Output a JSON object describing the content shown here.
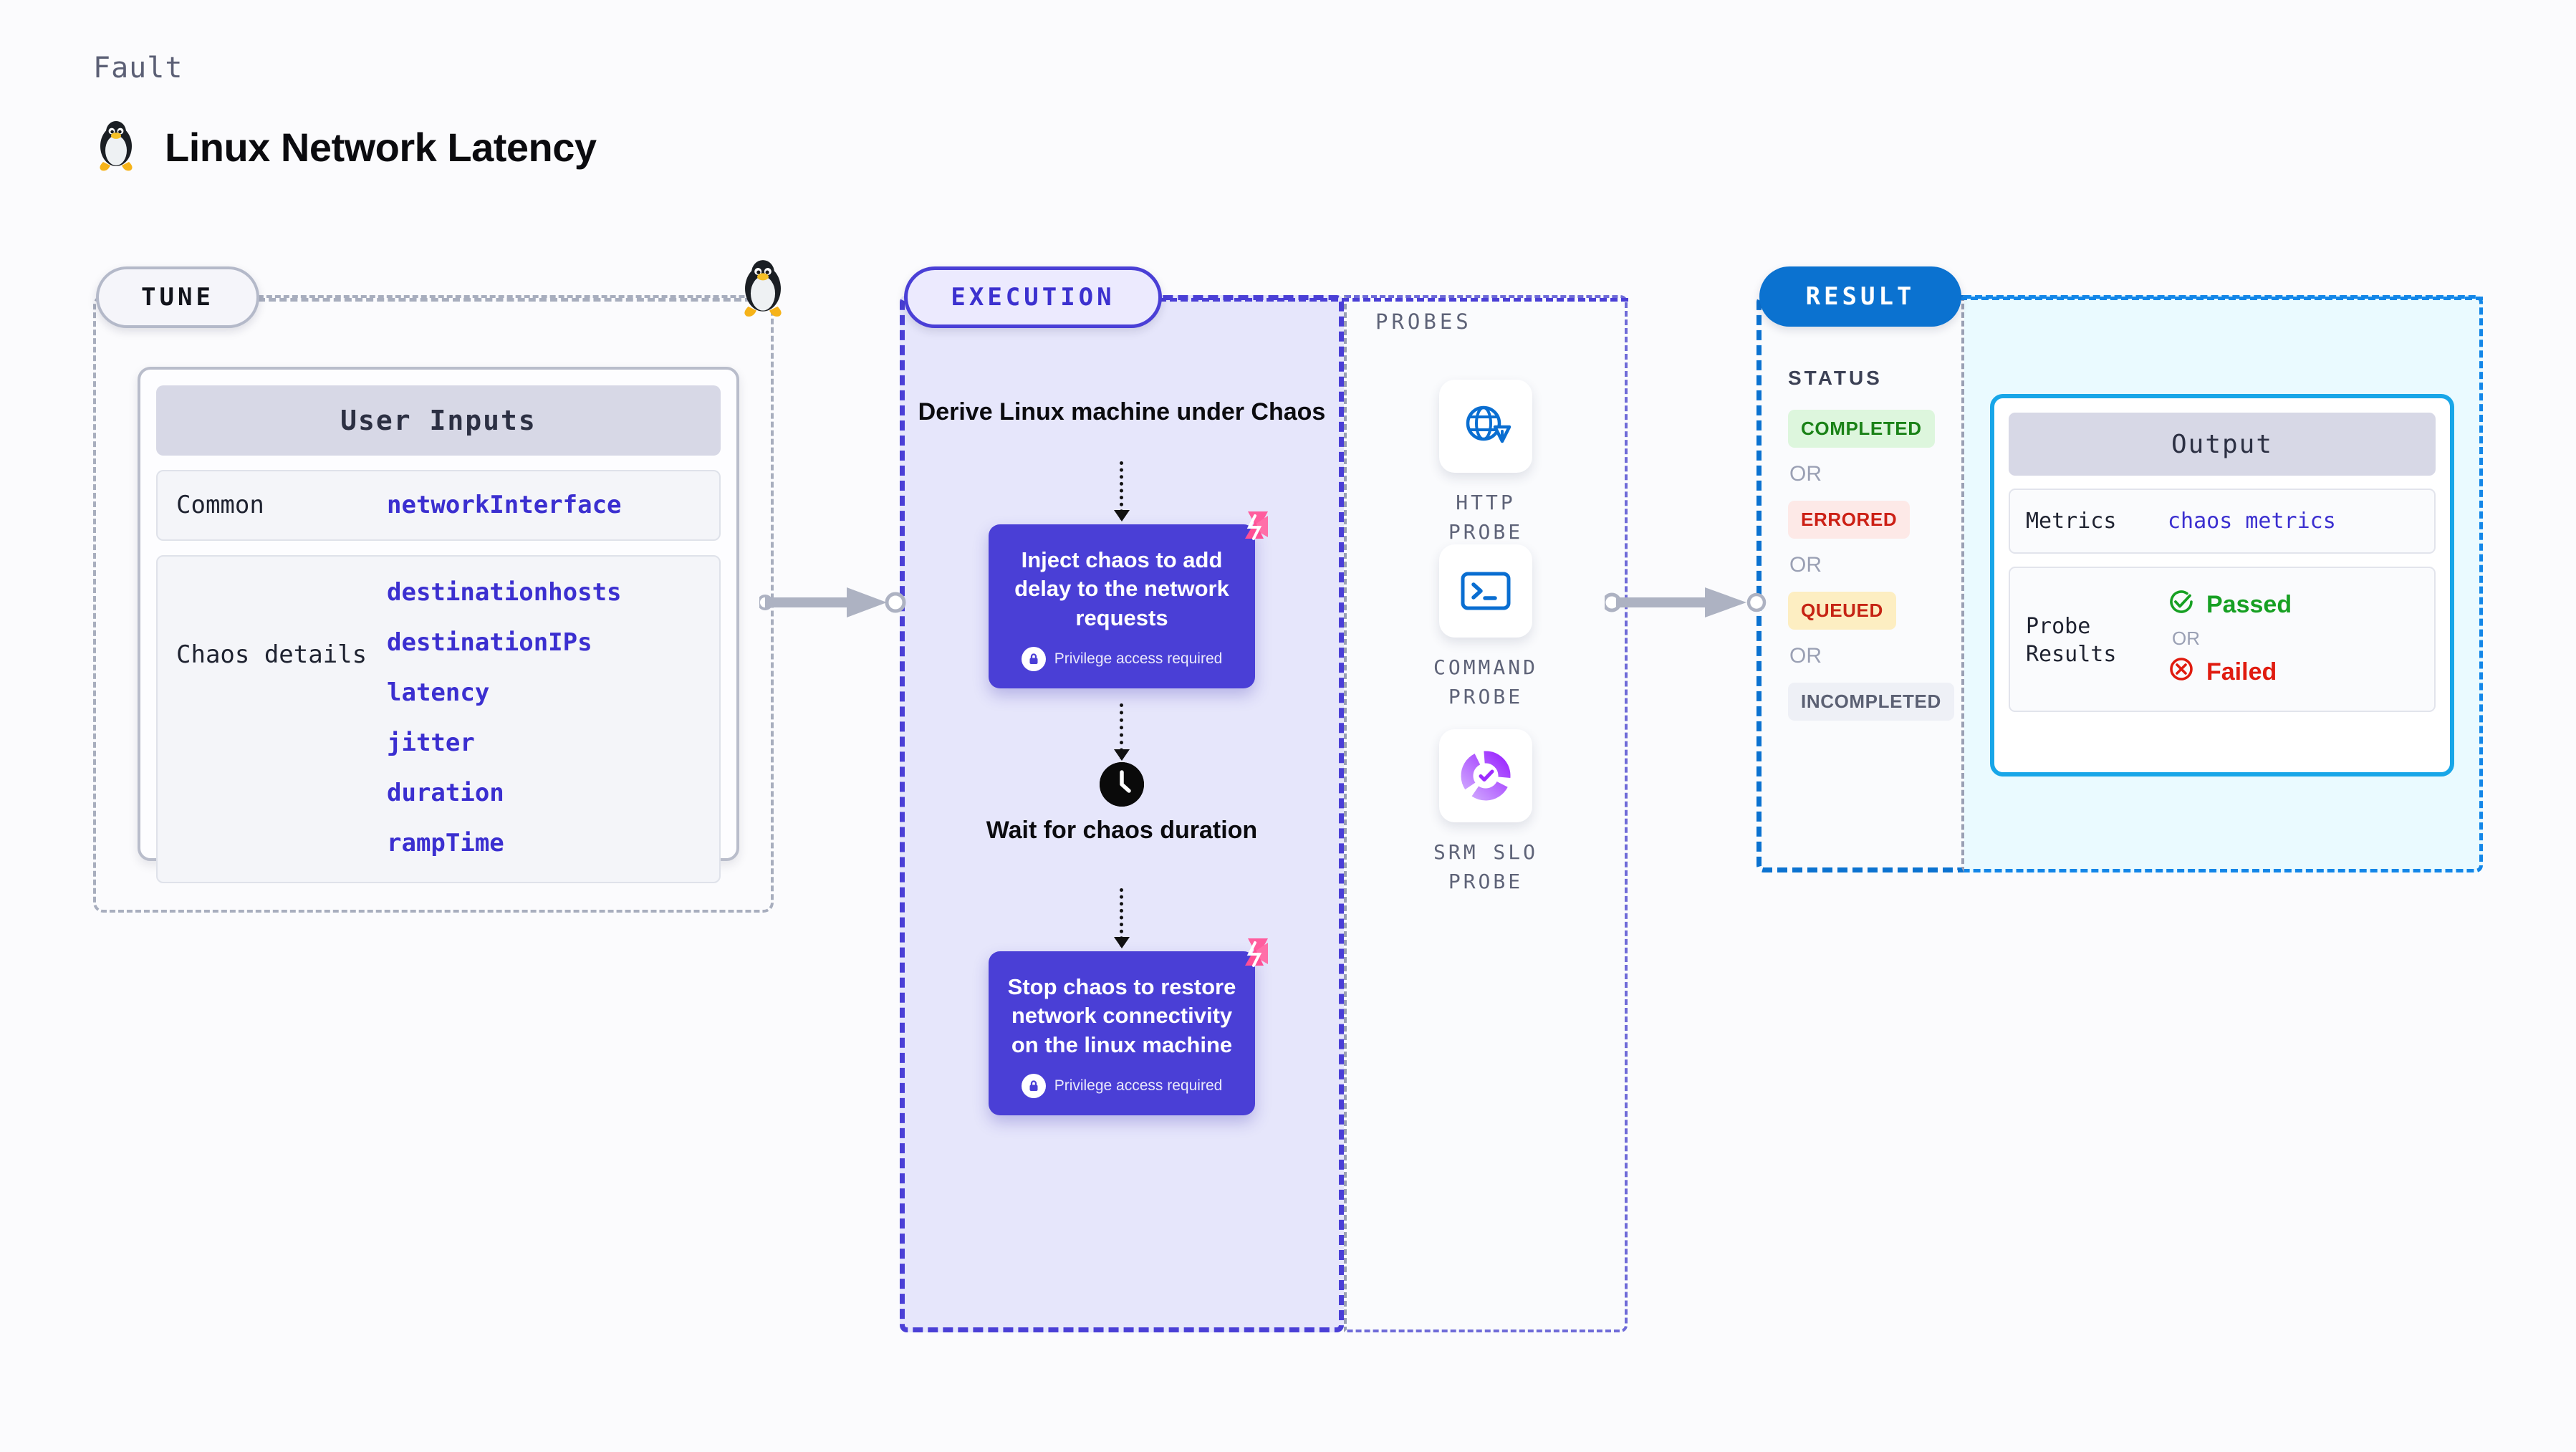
{
  "header": {
    "kicker": "Fault",
    "title": "Linux Network Latency",
    "icon": "tux-penguin-icon"
  },
  "tune": {
    "pill_label": "TUNE",
    "marker_icon": "tux-penguin-icon",
    "card": {
      "header": "User Inputs",
      "rows": [
        {
          "label": "Common",
          "values": [
            "networkInterface"
          ]
        },
        {
          "label": "Chaos details",
          "values": [
            "destinationhosts",
            "destinationIPs",
            "latency",
            "jitter",
            "duration",
            "rampTime"
          ]
        }
      ]
    }
  },
  "execution": {
    "pill_label": "EXECUTION",
    "steps": [
      {
        "type": "title",
        "text": "Derive Linux machine under Chaos"
      },
      {
        "type": "node",
        "text": "Inject chaos to add delay to the network requests",
        "privilege": "Privilege access required",
        "badge_icon": "chaos-fault-badge-icon",
        "lock_icon": "lock-icon"
      },
      {
        "type": "clock",
        "icon": "clock-icon",
        "text": "Wait for chaos duration"
      },
      {
        "type": "node",
        "text": "Stop chaos to restore network connectivity on the linux machine",
        "privilege": "Privilege access required",
        "badge_icon": "chaos-fault-badge-icon",
        "lock_icon": "lock-icon"
      }
    ]
  },
  "probes": {
    "label": "PROBES",
    "items": [
      {
        "name": "HTTP PROBE",
        "icon": "globe-warning-icon"
      },
      {
        "name": "COMMAND PROBE",
        "icon": "terminal-icon"
      },
      {
        "name": "SRM SLO PROBE",
        "icon": "srm-slo-donut-check-icon"
      }
    ]
  },
  "result": {
    "pill_label": "RESULT",
    "status_label": "STATUS",
    "or_label": "OR",
    "statuses": [
      {
        "text": "COMPLETED",
        "bg": "#ddf6dd",
        "color": "#1a8217"
      },
      {
        "text": "ERRORED",
        "bg": "#fde9e7",
        "color": "#cc2015"
      },
      {
        "text": "QUEUED",
        "bg": "#fdeec2",
        "color": "#c62414"
      },
      {
        "text": "INCOMPLETED",
        "bg": "#eef0f6",
        "color": "#5b6073"
      }
    ]
  },
  "output": {
    "header": "Output",
    "metrics_label": "Metrics",
    "metrics_value": "chaos metrics",
    "probe_results_label": "Probe Results",
    "passed_label": "Passed",
    "failed_label": "Failed",
    "or_label": "OR",
    "passed_icon": "check-circle-icon",
    "failed_icon": "x-circle-icon"
  },
  "colors": {
    "accent_purple": "#4a3fd6",
    "accent_blue": "#0b72d0",
    "accent_cyan": "#18a6e8",
    "badge_pink": "#ff5d9e",
    "mono_value": "#3b2fd0",
    "muted": "#9aa0b4"
  }
}
